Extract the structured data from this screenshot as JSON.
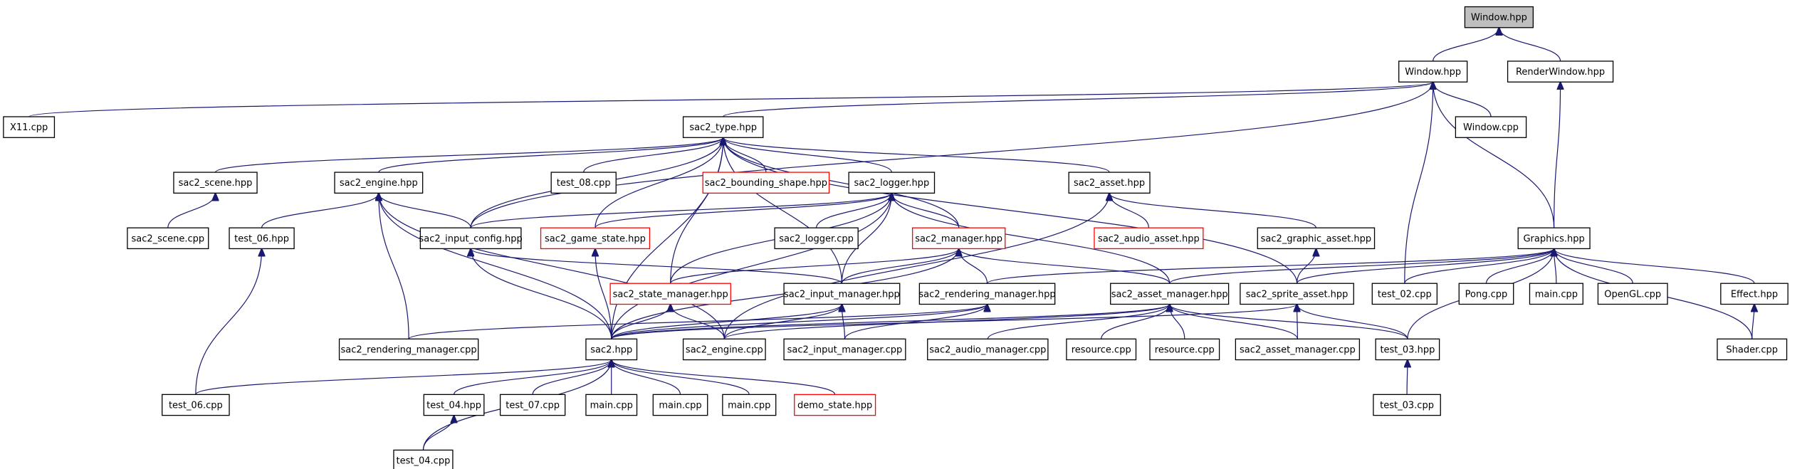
{
  "colors": {
    "edge": "#191970",
    "root_fill": "#bfbfbf",
    "missing_border": "#ff0000"
  },
  "nodes": [
    {
      "id": "n0",
      "label": "Window.hpp",
      "style": "root"
    },
    {
      "id": "n1",
      "label": "Window.hpp",
      "style": "normal"
    },
    {
      "id": "n2",
      "label": "RenderWindow.hpp",
      "style": "normal"
    },
    {
      "id": "n3",
      "label": "X11.cpp",
      "style": "normal"
    },
    {
      "id": "n4",
      "label": "sac2_type.hpp",
      "style": "normal"
    },
    {
      "id": "n5",
      "label": "Window.cpp",
      "style": "normal"
    },
    {
      "id": "n6",
      "label": "sac2_scene.hpp",
      "style": "normal"
    },
    {
      "id": "n7",
      "label": "sac2_engine.hpp",
      "style": "normal"
    },
    {
      "id": "n8",
      "label": "test_08.cpp",
      "style": "normal"
    },
    {
      "id": "n9",
      "label": "sac2_bounding_shape.hpp",
      "style": "red"
    },
    {
      "id": "n10",
      "label": "sac2_logger.hpp",
      "style": "normal"
    },
    {
      "id": "n11",
      "label": "sac2_asset.hpp",
      "style": "normal"
    },
    {
      "id": "n12",
      "label": "sac2_scene.cpp",
      "style": "normal"
    },
    {
      "id": "n13",
      "label": "test_06.hpp",
      "style": "normal"
    },
    {
      "id": "n14",
      "label": "sac2_input_config.hpp",
      "style": "normal"
    },
    {
      "id": "n15",
      "label": "sac2_game_state.hpp",
      "style": "red"
    },
    {
      "id": "n16",
      "label": "sac2_logger.cpp",
      "style": "normal"
    },
    {
      "id": "n17",
      "label": "sac2_manager.hpp",
      "style": "red"
    },
    {
      "id": "n18",
      "label": "sac2_audio_asset.hpp",
      "style": "red"
    },
    {
      "id": "n19",
      "label": "sac2_graphic_asset.hpp",
      "style": "normal"
    },
    {
      "id": "n20",
      "label": "Graphics.hpp",
      "style": "normal"
    },
    {
      "id": "n21",
      "label": "sac2_state_manager.hpp",
      "style": "red"
    },
    {
      "id": "n22",
      "label": "sac2_input_manager.hpp",
      "style": "normal"
    },
    {
      "id": "n23",
      "label": "sac2_rendering_manager.hpp",
      "style": "normal"
    },
    {
      "id": "n24",
      "label": "sac2_asset_manager.hpp",
      "style": "normal"
    },
    {
      "id": "n25",
      "label": "sac2_sprite_asset.hpp",
      "style": "normal"
    },
    {
      "id": "n26",
      "label": "test_02.cpp",
      "style": "normal"
    },
    {
      "id": "n27",
      "label": "Pong.cpp",
      "style": "normal"
    },
    {
      "id": "n28",
      "label": "main.cpp",
      "style": "normal"
    },
    {
      "id": "n29",
      "label": "OpenGL.cpp",
      "style": "normal"
    },
    {
      "id": "n30",
      "label": "Effect.hpp",
      "style": "normal"
    },
    {
      "id": "n31",
      "label": "sac2_rendering_manager.cpp",
      "style": "normal"
    },
    {
      "id": "n32",
      "label": "sac2.hpp",
      "style": "normal"
    },
    {
      "id": "n33",
      "label": "sac2_engine.cpp",
      "style": "normal"
    },
    {
      "id": "n34",
      "label": "sac2_input_manager.cpp",
      "style": "normal"
    },
    {
      "id": "n35",
      "label": "sac2_audio_manager.cpp",
      "style": "normal"
    },
    {
      "id": "n36",
      "label": "resource.cpp",
      "style": "normal"
    },
    {
      "id": "n37",
      "label": "resource.cpp",
      "style": "normal"
    },
    {
      "id": "n38",
      "label": "sac2_asset_manager.cpp",
      "style": "normal"
    },
    {
      "id": "n39",
      "label": "test_03.hpp",
      "style": "normal"
    },
    {
      "id": "n40",
      "label": "Shader.cpp",
      "style": "normal"
    },
    {
      "id": "n41",
      "label": "test_06.cpp",
      "style": "normal"
    },
    {
      "id": "n42",
      "label": "test_04.hpp",
      "style": "normal"
    },
    {
      "id": "n43",
      "label": "test_07.cpp",
      "style": "normal"
    },
    {
      "id": "n44",
      "label": "main.cpp",
      "style": "normal"
    },
    {
      "id": "n45",
      "label": "main.cpp",
      "style": "normal"
    },
    {
      "id": "n46",
      "label": "main.cpp",
      "style": "normal"
    },
    {
      "id": "n47",
      "label": "demo_state.hpp",
      "style": "red"
    },
    {
      "id": "n48",
      "label": "test_03.cpp",
      "style": "normal"
    },
    {
      "id": "n49",
      "label": "test_04.cpp",
      "style": "normal"
    }
  ],
  "edges": [
    [
      "n0",
      "n1"
    ],
    [
      "n0",
      "n2"
    ],
    [
      "n1",
      "n3"
    ],
    [
      "n1",
      "n4"
    ],
    [
      "n1",
      "n5"
    ],
    [
      "n1",
      "n26"
    ],
    [
      "n1",
      "n20"
    ],
    [
      "n1",
      "n14"
    ],
    [
      "n2",
      "n20"
    ],
    [
      "n4",
      "n6"
    ],
    [
      "n4",
      "n7"
    ],
    [
      "n4",
      "n8"
    ],
    [
      "n4",
      "n9"
    ],
    [
      "n4",
      "n10"
    ],
    [
      "n4",
      "n11"
    ],
    [
      "n4",
      "n14"
    ],
    [
      "n4",
      "n15"
    ],
    [
      "n4",
      "n17"
    ],
    [
      "n4",
      "n21"
    ],
    [
      "n4",
      "n22"
    ],
    [
      "n4",
      "n32"
    ],
    [
      "n4",
      "n25"
    ],
    [
      "n6",
      "n12"
    ],
    [
      "n7",
      "n13"
    ],
    [
      "n7",
      "n14"
    ],
    [
      "n7",
      "n31"
    ],
    [
      "n7",
      "n32"
    ],
    [
      "n7",
      "n33"
    ],
    [
      "n10",
      "n14"
    ],
    [
      "n10",
      "n15"
    ],
    [
      "n10",
      "n16"
    ],
    [
      "n10",
      "n17"
    ],
    [
      "n10",
      "n21"
    ],
    [
      "n10",
      "n22"
    ],
    [
      "n10",
      "n24"
    ],
    [
      "n10",
      "n32"
    ],
    [
      "n11",
      "n18"
    ],
    [
      "n11",
      "n19"
    ],
    [
      "n11",
      "n33"
    ],
    [
      "n13",
      "n41"
    ],
    [
      "n14",
      "n22"
    ],
    [
      "n14",
      "n32"
    ],
    [
      "n15",
      "n32"
    ],
    [
      "n17",
      "n21"
    ],
    [
      "n17",
      "n22"
    ],
    [
      "n17",
      "n23"
    ],
    [
      "n17",
      "n24"
    ],
    [
      "n17",
      "n32"
    ],
    [
      "n19",
      "n25"
    ],
    [
      "n20",
      "n24"
    ],
    [
      "n20",
      "n25"
    ],
    [
      "n20",
      "n26"
    ],
    [
      "n20",
      "n27"
    ],
    [
      "n20",
      "n28"
    ],
    [
      "n20",
      "n29"
    ],
    [
      "n20",
      "n30"
    ],
    [
      "n20",
      "n40"
    ],
    [
      "n20",
      "n39"
    ],
    [
      "n20",
      "n23"
    ],
    [
      "n21",
      "n32"
    ],
    [
      "n21",
      "n33"
    ],
    [
      "n22",
      "n32"
    ],
    [
      "n22",
      "n33"
    ],
    [
      "n22",
      "n34"
    ],
    [
      "n23",
      "n31"
    ],
    [
      "n23",
      "n32"
    ],
    [
      "n23",
      "n34"
    ],
    [
      "n24",
      "n32"
    ],
    [
      "n24",
      "n33"
    ],
    [
      "n24",
      "n35"
    ],
    [
      "n24",
      "n36"
    ],
    [
      "n24",
      "n37"
    ],
    [
      "n24",
      "n38"
    ],
    [
      "n24",
      "n39"
    ],
    [
      "n25",
      "n32"
    ],
    [
      "n25",
      "n38"
    ],
    [
      "n25",
      "n39"
    ],
    [
      "n30",
      "n40"
    ],
    [
      "n32",
      "n41"
    ],
    [
      "n32",
      "n42"
    ],
    [
      "n32",
      "n43"
    ],
    [
      "n32",
      "n44"
    ],
    [
      "n32",
      "n45"
    ],
    [
      "n32",
      "n46"
    ],
    [
      "n32",
      "n47"
    ],
    [
      "n32",
      "n49"
    ],
    [
      "n39",
      "n48"
    ],
    [
      "n42",
      "n49"
    ]
  ]
}
